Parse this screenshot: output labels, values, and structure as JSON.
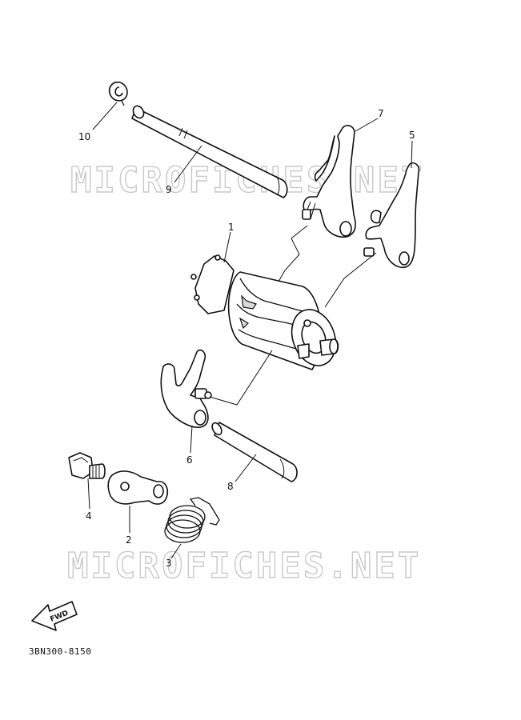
{
  "diagram": {
    "code": "3BN300-8150",
    "watermark": "MICROFICHES.NET",
    "fwd": "FWD",
    "callouts": {
      "p1": "1",
      "p2": "2",
      "p3": "3",
      "p4": "4",
      "p5": "5",
      "p6": "6",
      "p7": "7",
      "p8": "8",
      "p9": "9",
      "p10": "10"
    }
  }
}
